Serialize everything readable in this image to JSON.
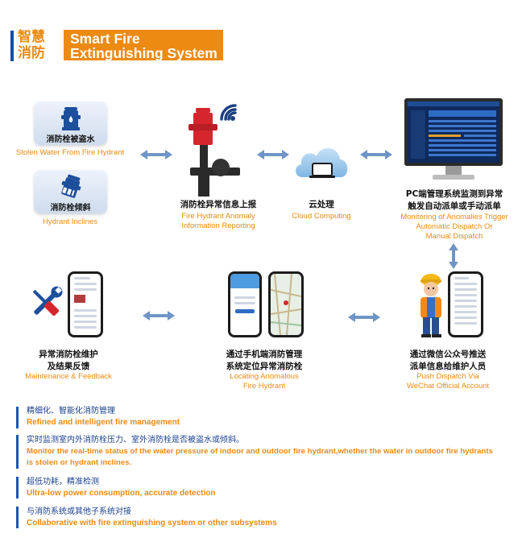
{
  "header": {
    "title_cn_line1": "智慧",
    "title_cn_line2": "消防",
    "title_en_line1": "Smart Fire",
    "title_en_line2": "Extinguishing System"
  },
  "nodes": {
    "theft": {
      "cn": "消防栓被盗水",
      "en": "Stolen Water From Fire Hydrant"
    },
    "incline": {
      "cn": "消防栓倾斜",
      "en": "Hydrant Inclines"
    },
    "report": {
      "cn": "消防栓异常信息上报",
      "en_line1": "Fire Hydrant Anomaly",
      "en_line2": "Information Reporting"
    },
    "cloud": {
      "cn": "云处理",
      "en": "Cloud Computing"
    },
    "pc": {
      "cn_line1": "PC端管理系统监测到异常",
      "cn_line2": "触发自动派单或手动派单",
      "en_line1": "Monitoring of Anomalies Trigger",
      "en_line2": "Automatic Dispatch Or",
      "en_line3": "Manual Dispatch"
    },
    "maintenance": {
      "cn_line1": "异常消防栓维护",
      "cn_line2": "及结果反馈",
      "en": "Maintenance & Feedback"
    },
    "locate": {
      "cn_line1": "通过手机端消防管理",
      "cn_line2": "系统定位异常消防栓",
      "en_line1": "Locating Anomalous",
      "en_line2": "Fire Hydrant"
    },
    "wechat": {
      "cn_line1": "通过微信公众号推送",
      "cn_line2": "派单信息给维护人员",
      "en_line1": "Push Dispatch Via",
      "en_line2": "WeChat Official Account"
    }
  },
  "bullets": [
    {
      "cn": "精细化、智能化消防管理",
      "en_lines": [
        "Refined and intelligent fire management"
      ]
    },
    {
      "cn": "实时监测室内外消防栓压力、室外消防栓是否被盗水或倾斜。",
      "en_lines": [
        "Monitor the real-time status of the water pressure of indoor and outdoor fire hydrant,whether the water in outdoor fire hydrants",
        "is stolen or hydrant inclines."
      ]
    },
    {
      "cn": "超低功耗，精准检测",
      "en_lines": [
        "Ultra-low power consumption, accurate detection"
      ]
    },
    {
      "cn": "与消防系统或其他子系统对接",
      "en_lines": [
        "Collaborative with fire extinguishing system or other subsystems"
      ]
    }
  ],
  "colors": {
    "accent": "#ec8a12",
    "brand_blue": "#0d4ea6",
    "arrow": "#6f95c6",
    "hydrant_red": "#d6262d"
  }
}
